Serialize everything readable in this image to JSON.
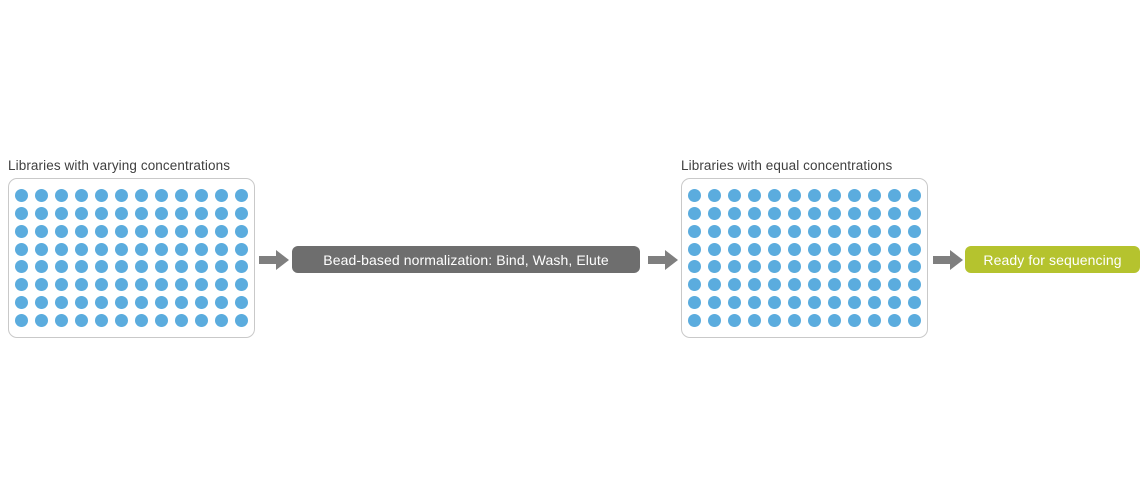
{
  "diagram": {
    "title": "Bead-based library normalization workflow",
    "background_color": "#ffffff",
    "steps": [
      {
        "id": "input-plate",
        "kind": "plate",
        "caption": "Libraries with varying concentrations",
        "plate": {
          "rows": 8,
          "columns": 12,
          "well_count": 96,
          "well_color": "#5BACDE",
          "border_color": "#c9c9c9"
        }
      },
      {
        "id": "process",
        "kind": "pill",
        "label": "Bead-based normalization: Bind, Wash, Elute",
        "background_color": "#6E6E6E",
        "text_color": "#ffffff"
      },
      {
        "id": "output-plate",
        "kind": "plate",
        "caption": "Libraries with equal concentrations",
        "plate": {
          "rows": 8,
          "columns": 12,
          "well_count": 96,
          "well_color": "#5BACDE",
          "border_color": "#c9c9c9"
        }
      },
      {
        "id": "result",
        "kind": "pill",
        "label": "Ready for sequencing",
        "background_color": "#B5C32E",
        "text_color": "#ffffff"
      }
    ],
    "arrows": [
      {
        "id": "arrow-1",
        "direction": "right",
        "color": "#7F7F7F"
      },
      {
        "id": "arrow-2",
        "direction": "right",
        "color": "#7F7F7F"
      },
      {
        "id": "arrow-3",
        "direction": "right",
        "color": "#7F7F7F"
      }
    ],
    "caption_text_color": "#404040"
  }
}
